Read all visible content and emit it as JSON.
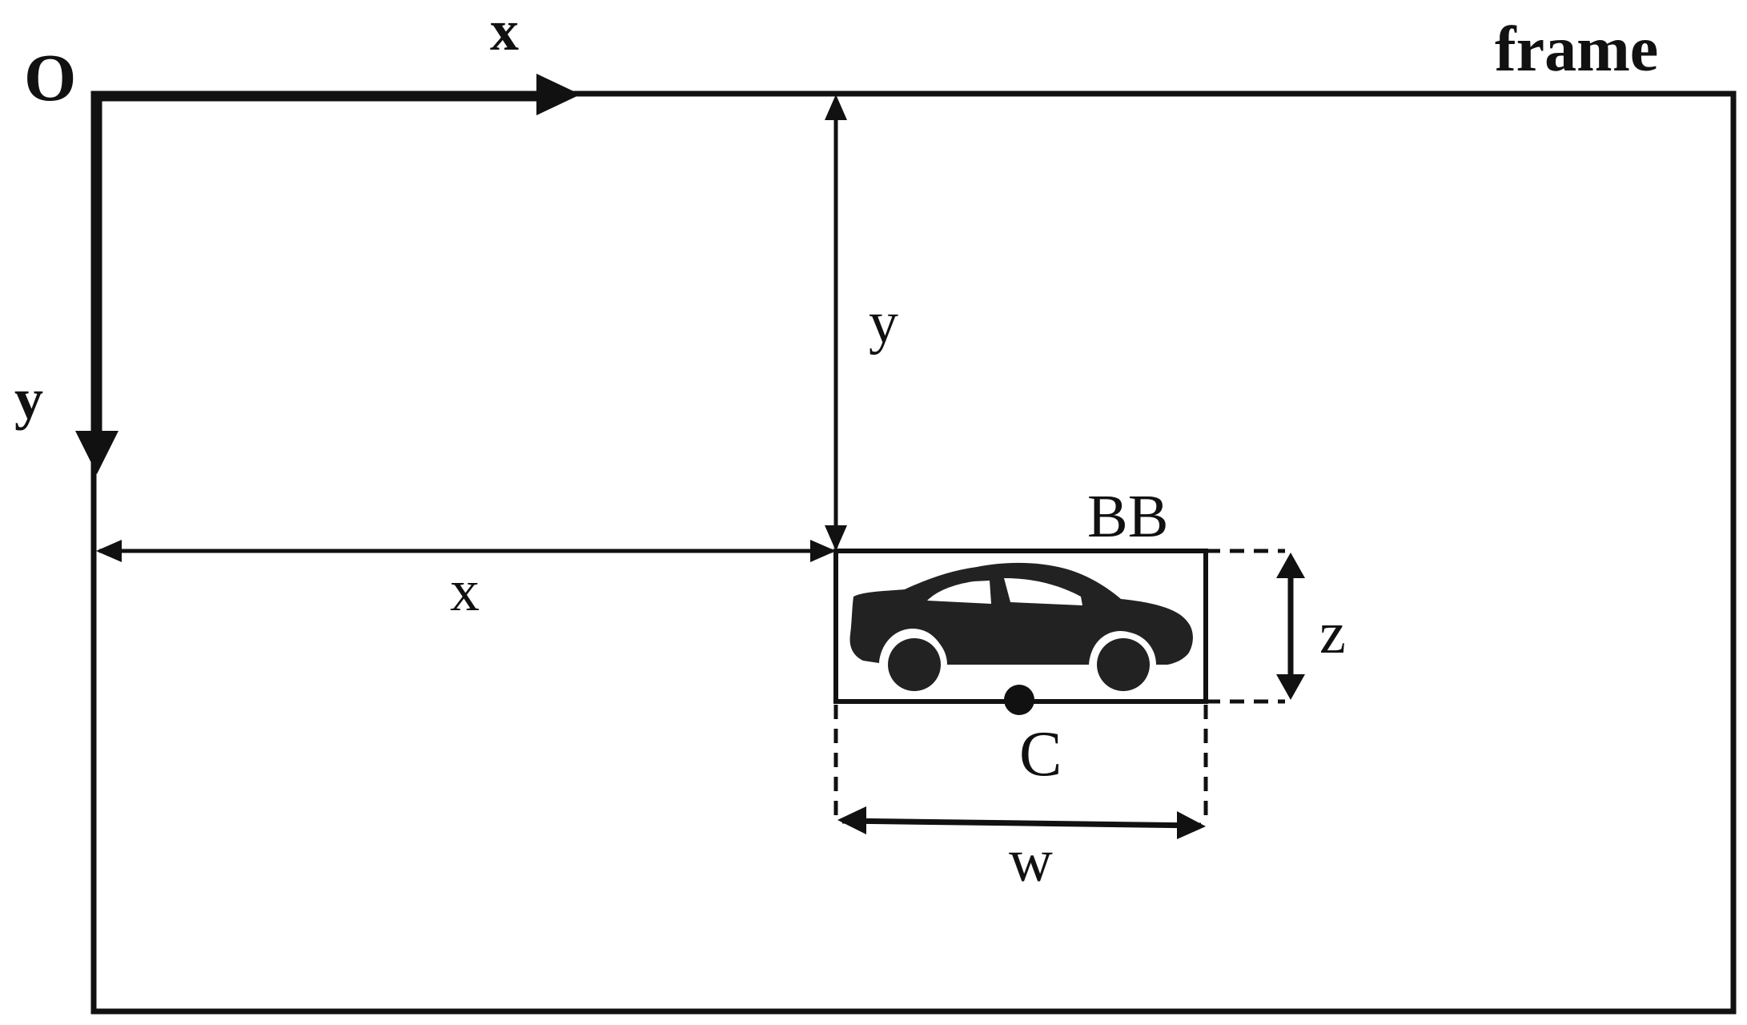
{
  "diagram": {
    "origin_label": "O",
    "axis_x_label": "x",
    "axis_y_label": "y",
    "frame_label": "frame",
    "offset_y_label": "y",
    "offset_x_label": "x",
    "bounding_box_label": "BB",
    "height_label": "z",
    "center_label": "C",
    "width_label": "w",
    "car_icon": "car-icon"
  }
}
